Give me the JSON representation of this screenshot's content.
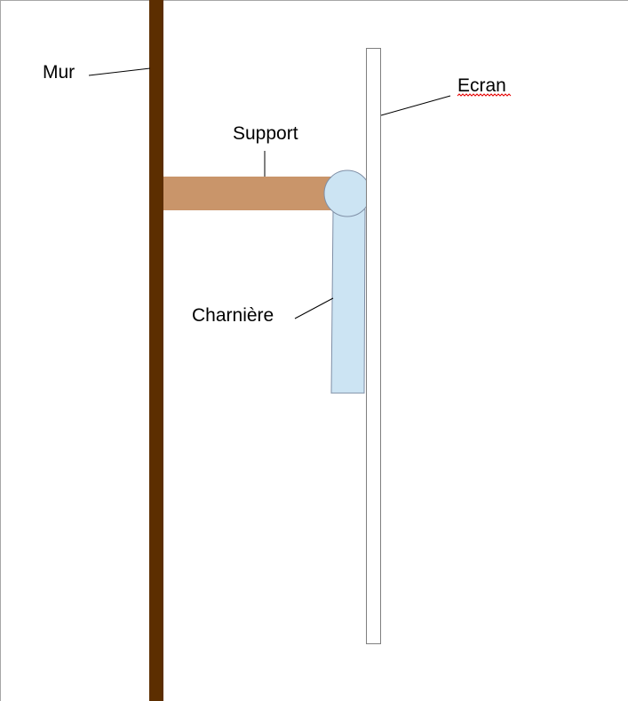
{
  "labels": {
    "mur": "Mur",
    "support": "Support",
    "ecran": "Ecran",
    "charniere": "Charnière"
  },
  "colors": {
    "background": "#ffffff",
    "border": "#a6a6a6",
    "wall": "#5c2e00",
    "support": "#c9956a",
    "hinge_fill": "#cce4f3",
    "hinge_stroke": "#7f8fa6",
    "screen_fill": "#ffffff",
    "screen_stroke": "#7f7f7f",
    "leader_line": "#000000",
    "spellcheck_underline": "#e60000"
  },
  "icons": {
    "spellcheck": "red-wavy-underline"
  }
}
